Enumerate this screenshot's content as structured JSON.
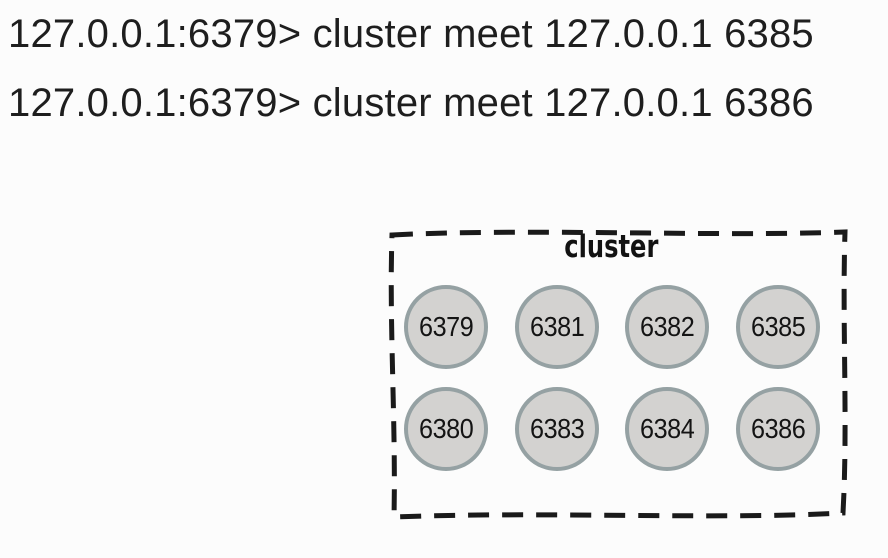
{
  "terminal": {
    "lines": [
      "127.0.0.1:6379> cluster meet 127.0.0.1 6385",
      "127.0.0.1:6379> cluster meet 127.0.0.1 6386"
    ]
  },
  "cluster": {
    "label": "cluster",
    "top_row": [
      "6379",
      "6381",
      "6382",
      "6385"
    ],
    "bottom_row": [
      "6380",
      "6383",
      "6384",
      "6386"
    ]
  },
  "colors": {
    "background": "#fcfcfc",
    "text": "#1e1e1e",
    "node_fill": "#d3d2d0",
    "node_border": "#95a1a3",
    "box_border": "#1a1a1a"
  }
}
